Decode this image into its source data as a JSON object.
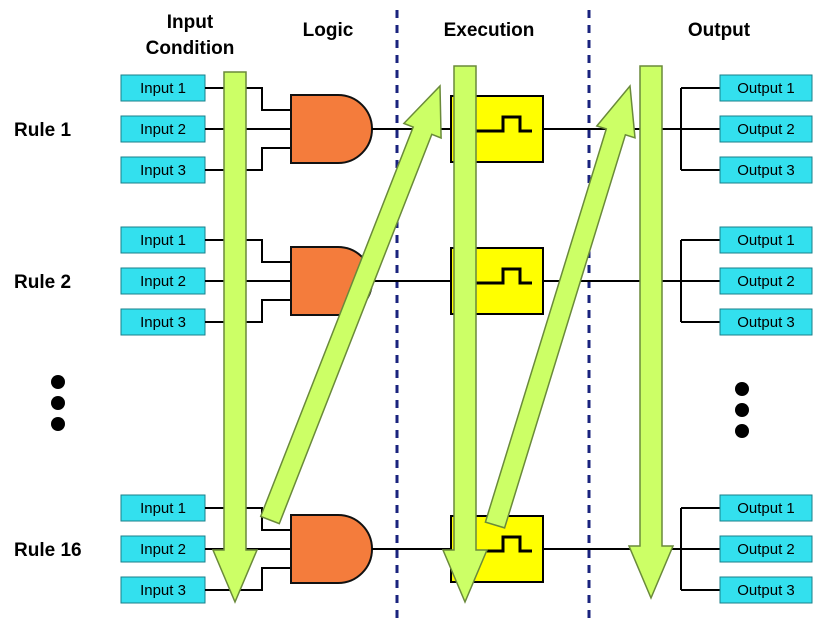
{
  "headers": {
    "input_line1": "Input",
    "input_line2": "Condition",
    "logic": "Logic",
    "execution": "Execution",
    "output": "Output"
  },
  "rules": [
    {
      "label": "Rule 1",
      "inputs": [
        "Input 1",
        "Input 2",
        "Input 3"
      ],
      "outputs": [
        "Output 1",
        "Output 2",
        "Output 3"
      ]
    },
    {
      "label": "Rule 2",
      "inputs": [
        "Input 1",
        "Input 2",
        "Input 3"
      ],
      "outputs": [
        "Output 1",
        "Output 2",
        "Output 3"
      ]
    },
    {
      "label": "Rule 16",
      "inputs": [
        "Input 1",
        "Input 2",
        "Input 3"
      ],
      "outputs": [
        "Output 1",
        "Output 2",
        "Output 3"
      ]
    }
  ],
  "colors": {
    "input_box": "#33e0ee",
    "and_gate": "#f47c3c",
    "timer_block": "#ffff00",
    "scan_arrow": "#ccff66",
    "divider": "#1a237e"
  }
}
